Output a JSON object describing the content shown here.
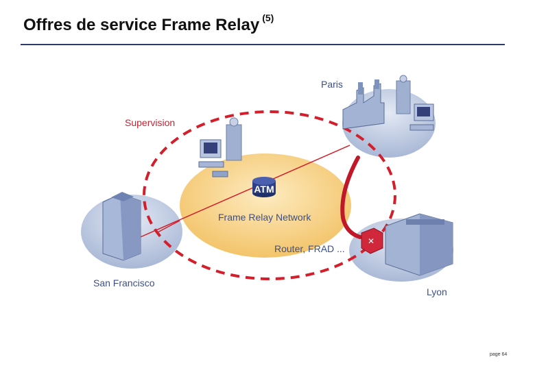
{
  "slide": {
    "title": "Offres de service Frame Relay",
    "title_superscript": "(5)",
    "page_label": "page 64"
  },
  "diagram": {
    "sites": {
      "paris": "Paris",
      "san_francisco": "San Francisco",
      "lyon": "Lyon"
    },
    "supervision_label": "Supervision",
    "network_label": "Frame Relay Network",
    "atm_label": "ATM",
    "router_label": "Router, FRAD ...",
    "colors": {
      "network_fill": "#f9d48a",
      "site_disc": "#bfcbe2",
      "dashed_ring": "#d21f2b",
      "label_blue": "#3a4f8f",
      "label_red": "#cc1f2e",
      "rule": "#2b3a6b"
    }
  }
}
